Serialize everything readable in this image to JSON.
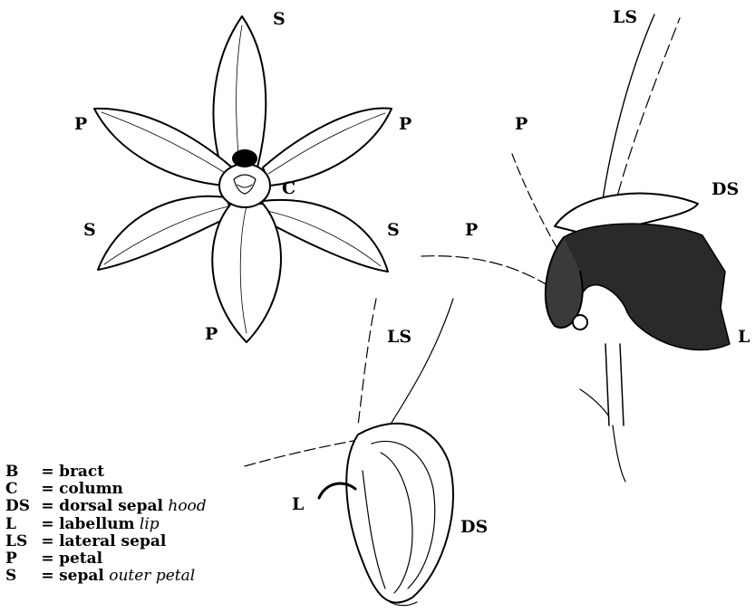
{
  "labels": {
    "front_sepal_top": "S",
    "front_petal_left": "P",
    "front_petal_right": "P",
    "front_column": "C",
    "front_sepal_left": "S",
    "front_sepal_right": "S",
    "front_petal_bottom": "P",
    "side_lateral_sepal": "LS",
    "side_petal_top": "P",
    "side_dorsal_sepal": "DS",
    "side_petal_left": "P",
    "side_labellum": "L",
    "bud_lateral_sepal": "LS",
    "bud_labellum": "L",
    "bud_dorsal_sepal": "DS"
  },
  "legend": [
    {
      "abbr": "B",
      "eq": "=",
      "term": "bract",
      "gloss": ""
    },
    {
      "abbr": "C",
      "eq": "=",
      "term": "column",
      "gloss": ""
    },
    {
      "abbr": "DS",
      "eq": "=",
      "term": "dorsal sepal",
      "gloss": "hood"
    },
    {
      "abbr": "L",
      "eq": "=",
      "term": "labellum",
      "gloss": "lip"
    },
    {
      "abbr": "LS",
      "eq": "=",
      "term": "lateral sepal",
      "gloss": ""
    },
    {
      "abbr": "P",
      "eq": "=",
      "term": "petal",
      "gloss": ""
    },
    {
      "abbr": "S",
      "eq": "=",
      "term": "sepal",
      "gloss": "outer petal"
    }
  ]
}
